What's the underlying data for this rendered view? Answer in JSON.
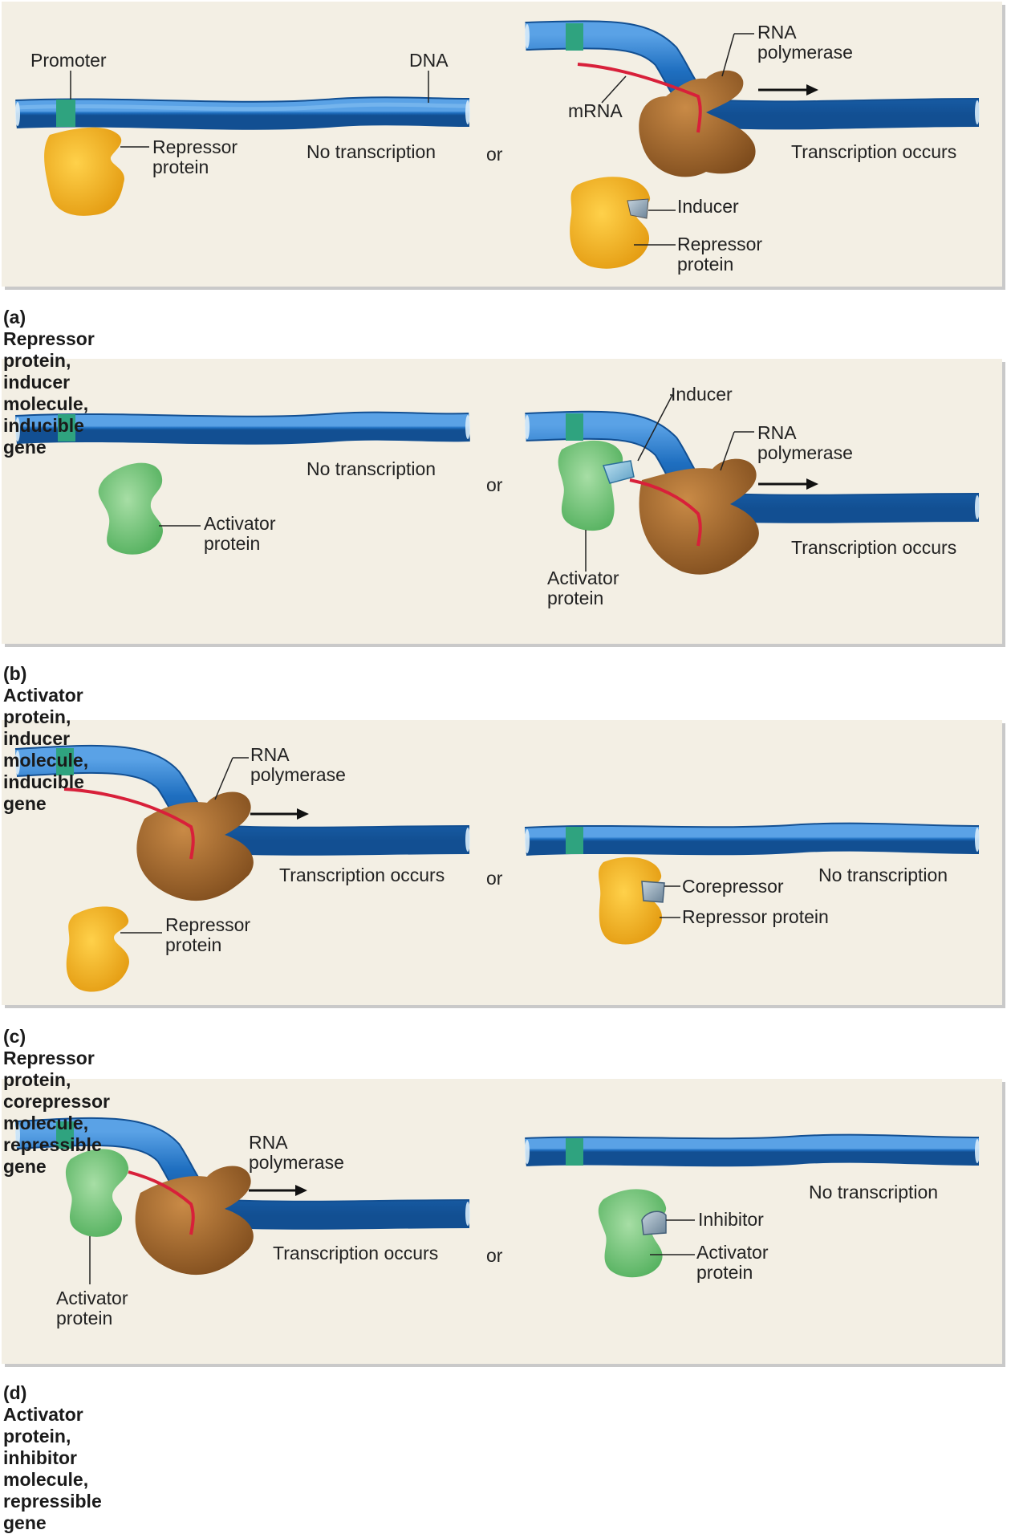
{
  "panels": [
    {
      "caption": "(a) Repressor protein, inducer molecule, inducible gene",
      "labels": {
        "promoter": "Promoter",
        "dna": "DNA",
        "repressor_left": "Repressor\nprotein",
        "no_transcription": "No transcription",
        "or": "or",
        "rna_polymerase": "RNA\npolymerase",
        "mrna": "mRNA",
        "transcription_occurs": "Transcription occurs",
        "inducer": "Inducer",
        "repressor_right": "Repressor\nprotein"
      }
    },
    {
      "caption": "(b) Activator protein, inducer molecule, inducible gene",
      "labels": {
        "activator_left": "Activator\nprotein",
        "no_transcription": "No transcription",
        "or": "or",
        "inducer": "Inducer",
        "rna_polymerase": "RNA\npolymerase",
        "transcription_occurs": "Transcription occurs",
        "activator_right": "Activator\nprotein"
      }
    },
    {
      "caption": "(c) Repressor protein, corepressor molecule, repressible gene",
      "labels": {
        "rna_polymerase": "RNA\npolymerase",
        "transcription_occurs": "Transcription occurs",
        "repressor_left": "Repressor\nprotein",
        "or": "or",
        "corepressor": "Corepressor",
        "no_transcription": "No transcription",
        "repressor_right": "Repressor protein"
      }
    },
    {
      "caption": "(d) Activator protein, inhibitor molecule, repressible gene",
      "labels": {
        "rna_polymerase": "RNA\npolymerase",
        "transcription_occurs": "Transcription occurs",
        "activator_left": "Activator\nprotein",
        "or": "or",
        "no_transcription": "No transcription",
        "inhibitor": "Inhibitor",
        "activator_right": "Activator\nprotein"
      }
    }
  ],
  "colors": {
    "panel_bg": "#f3efe4",
    "dna": "#1f6fc0",
    "promoter": "#2fa37f",
    "repressor": "#f2b21b",
    "activator": "#6cbf72",
    "polymerase": "#a66a2c",
    "mrna": "#d8203a",
    "effector": "#8fa6b8"
  }
}
